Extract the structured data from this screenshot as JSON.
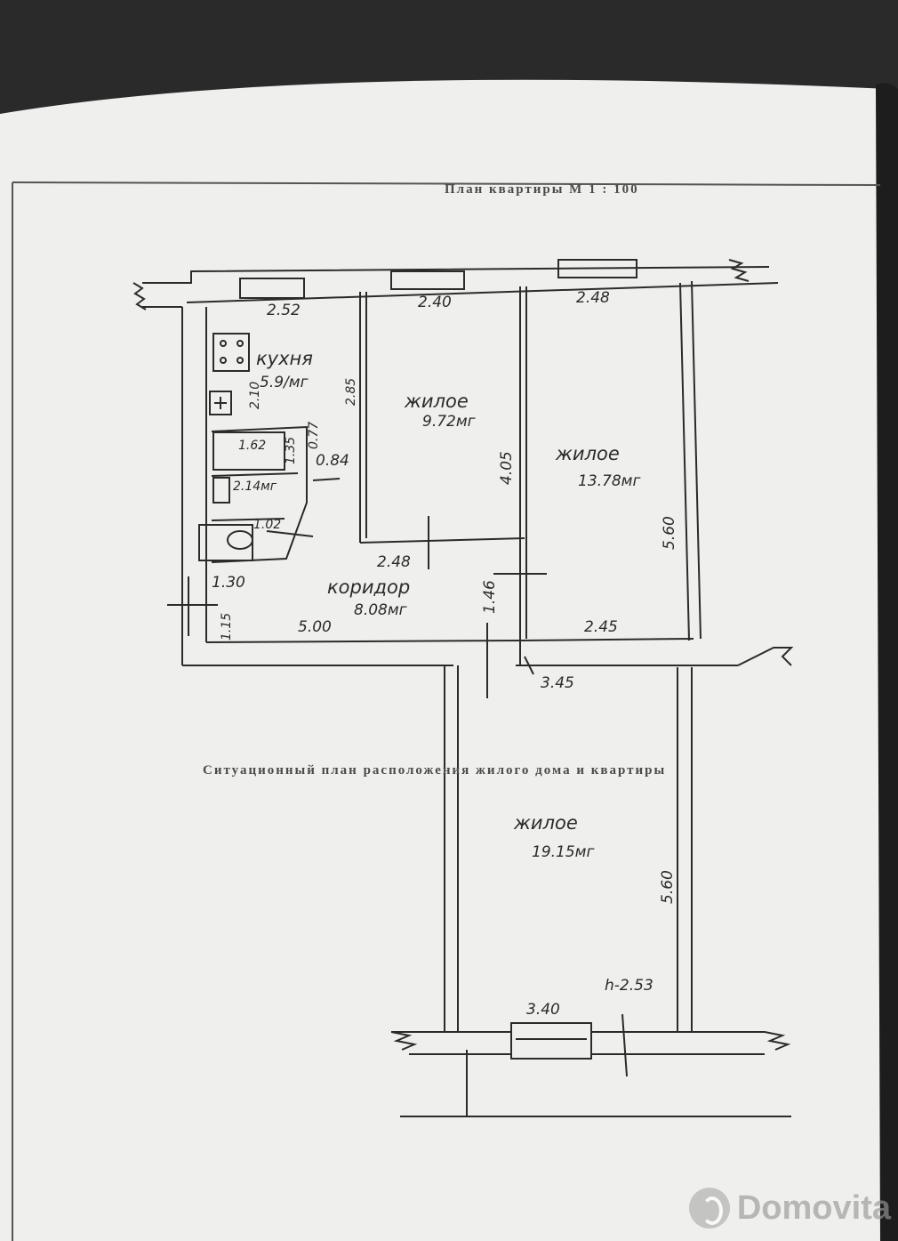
{
  "title": "План квартиры М 1 : 100",
  "situational_title": "Ситуационный план расположения жилого дома и квартиры",
  "rooms": {
    "kitchen": {
      "label": "кухня",
      "area": "5.9/мг"
    },
    "room1": {
      "label": "жилое",
      "area": "9.72мг"
    },
    "room2": {
      "label": "жилое",
      "area": "13.78мг"
    },
    "room3": {
      "label": "жилое",
      "area": "19.15мг"
    },
    "corridor": {
      "label": "коридор",
      "area": "8.08мг"
    },
    "bathroom": {
      "area": "2.14мг"
    },
    "toilet": {
      "area": "1.02"
    }
  },
  "dimensions": {
    "d_252": "2.52",
    "d_240": "2.40",
    "d_248_top": "2.48",
    "d_285": "2.85",
    "d_210": "2.10",
    "d_162": "1.62",
    "d_135": "1.35",
    "d_077": "0.77",
    "d_084": "0.84",
    "d_405": "4.05",
    "d_560_a": "5.60",
    "d_248_corr": "2.48",
    "d_146": "1.46",
    "d_130": "1.30",
    "d_115": "1.15",
    "d_500": "5.00",
    "d_245": "2.45",
    "d_345": "3.45",
    "d_560_b": "5.60",
    "d_340": "3.40",
    "height": "h-2.53"
  },
  "watermark": "Domovita",
  "colors": {
    "paper": "#efefed",
    "ink": "#2b2b2b",
    "background": "#2a2a2b"
  }
}
